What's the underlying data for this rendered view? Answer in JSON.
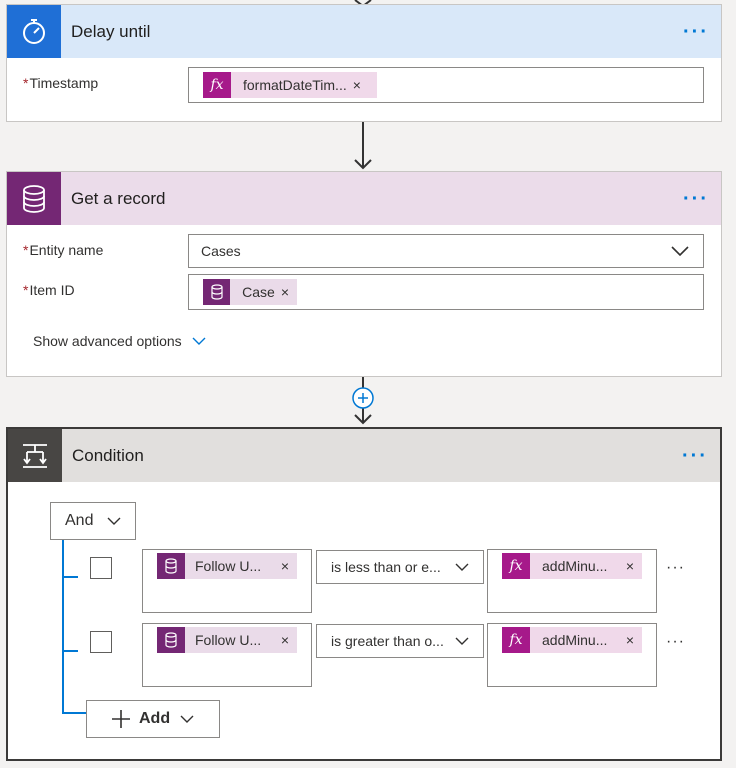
{
  "delay": {
    "title": "Delay until",
    "menu": "···",
    "timestamp_label": "Timestamp",
    "required_mark": "*",
    "token": {
      "text": "formatDateTim...",
      "icon": "fx-icon",
      "remove": "×"
    }
  },
  "get_record": {
    "title": "Get a record",
    "menu": "···",
    "entity_label": "Entity name",
    "entity_value": "Cases",
    "item_label": "Item ID",
    "item_token": {
      "text": "Case",
      "icon": "database-icon",
      "remove": "×"
    },
    "advanced": "Show advanced options"
  },
  "condition": {
    "title": "Condition",
    "menu": "···",
    "group_operator": "And",
    "rows": [
      {
        "left_token": "Follow U...",
        "operator": "is less than or e...",
        "right_token": "addMinu...",
        "more": "···"
      },
      {
        "left_token": "Follow U...",
        "operator": "is greater than o...",
        "right_token": "addMinu...",
        "more": "···"
      }
    ],
    "remove": "×",
    "add_label": "Add"
  },
  "colors": {
    "delay_header": "#d9e8f9",
    "delay_icon": "#1f6fd6",
    "record_header": "#ebdcea",
    "record_icon": "#742774",
    "condition_header": "#e1dfdd",
    "condition_icon": "#484644",
    "link": "#0078d4"
  }
}
